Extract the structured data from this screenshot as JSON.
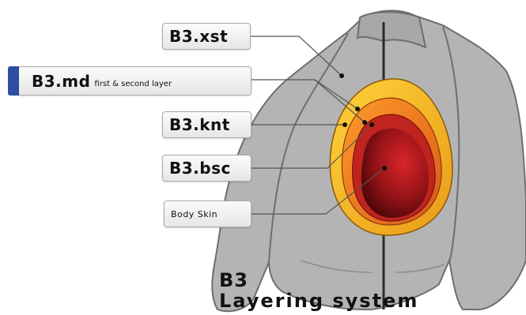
{
  "labels": [
    {
      "id": "xst",
      "main": "B3.xst",
      "sub": ""
    },
    {
      "id": "md",
      "main": "B3.md",
      "sub": "first & second layer"
    },
    {
      "id": "knt",
      "main": "B3.knt",
      "sub": ""
    },
    {
      "id": "bsc",
      "main": "B3.bsc",
      "sub": ""
    },
    {
      "id": "skin",
      "main": "Body Skin",
      "sub": ""
    }
  ],
  "title": {
    "line1": "B3",
    "line2": "Layering system"
  },
  "colors": {
    "jacket": "#b4b4b4",
    "jacket_seam": "#6e6e6e",
    "accent": "#2e4ea3",
    "layer_yellow": "#f2b224",
    "layer_orange": "#e8761c",
    "layer_red": "#b8171b",
    "layer_core": "#5e0b10"
  }
}
